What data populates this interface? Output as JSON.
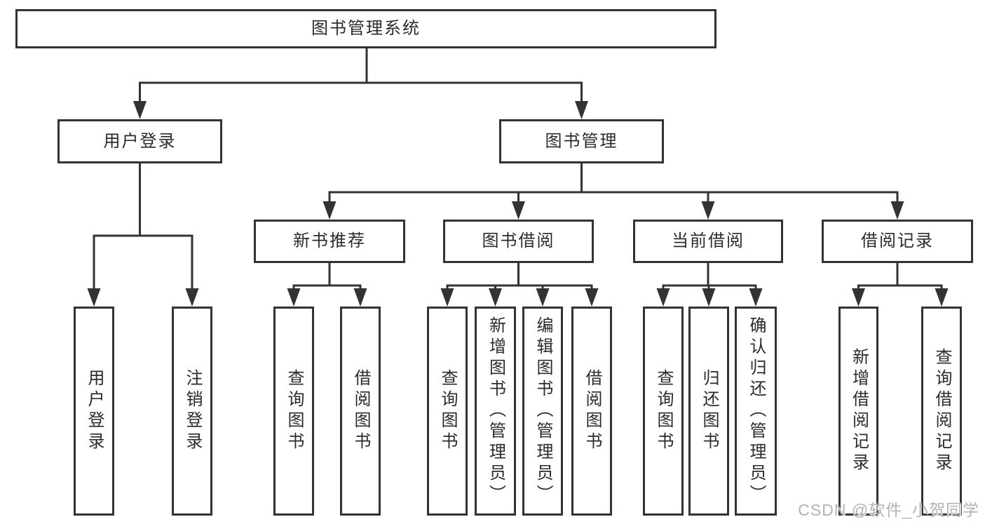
{
  "colors": {
    "background": "#ffffff",
    "line": "#333333",
    "node_border": "#333333",
    "node_text": "#2b2b2b",
    "watermark_text": "#b3b3b3"
  },
  "watermark": "CSDN @软件_小贺同学",
  "tree": {
    "label": "图书管理系统",
    "children": [
      {
        "label": "用户登录",
        "children": [
          {
            "label": "用户登录"
          },
          {
            "label": "注销登录"
          }
        ]
      },
      {
        "label": "图书管理",
        "children": [
          {
            "label": "新书推荐",
            "children": [
              {
                "label": "查询图书"
              },
              {
                "label": "借阅图书"
              }
            ]
          },
          {
            "label": "图书借阅",
            "children": [
              {
                "label": "查询图书"
              },
              {
                "label": "新增图书（管理员）"
              },
              {
                "label": "编辑图书（管理员）"
              },
              {
                "label": "借阅图书"
              }
            ]
          },
          {
            "label": "当前借阅",
            "children": [
              {
                "label": "查询图书"
              },
              {
                "label": "归还图书"
              },
              {
                "label": "确认归还（管理员）"
              }
            ]
          },
          {
            "label": "借阅记录",
            "children": [
              {
                "label": "新增借阅记录"
              },
              {
                "label": "查询借阅记录"
              }
            ]
          }
        ]
      }
    ]
  }
}
